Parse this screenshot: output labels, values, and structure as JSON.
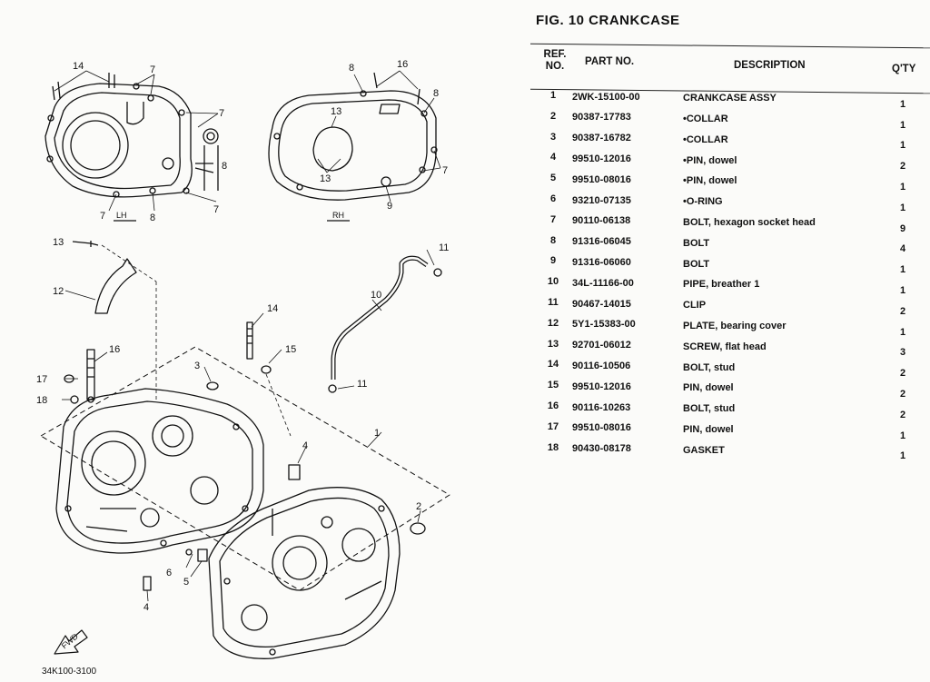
{
  "figure": {
    "title": "FIG. 10 CRANKCASE",
    "code": "34K100-3100"
  },
  "table": {
    "headers": {
      "ref": "REF. NO.",
      "part": "PART NO.",
      "description": "DESCRIPTION",
      "qty": "Q'TY"
    },
    "rows": [
      {
        "ref": "1",
        "part": "2WK-15100-00",
        "description": "CRANKCASE ASSY",
        "qty": "1"
      },
      {
        "ref": "2",
        "part": "90387-17783",
        "description": "•COLLAR",
        "qty": "1"
      },
      {
        "ref": "3",
        "part": "90387-16782",
        "description": "•COLLAR",
        "qty": "1"
      },
      {
        "ref": "4",
        "part": "99510-12016",
        "description": "•PIN, dowel",
        "qty": "2"
      },
      {
        "ref": "5",
        "part": "99510-08016",
        "description": "•PIN, dowel",
        "qty": "1"
      },
      {
        "ref": "6",
        "part": "93210-07135",
        "description": "•O-RING",
        "qty": "1"
      },
      {
        "ref": "7",
        "part": "90110-06138",
        "description": "BOLT, hexagon socket head",
        "qty": "9"
      },
      {
        "ref": "8",
        "part": "91316-06045",
        "description": "BOLT",
        "qty": "4"
      },
      {
        "ref": "9",
        "part": "91316-06060",
        "description": "BOLT",
        "qty": "1"
      },
      {
        "ref": "10",
        "part": "34L-11166-00",
        "description": "PIPE, breather 1",
        "qty": "1"
      },
      {
        "ref": "11",
        "part": "90467-14015",
        "description": "CLIP",
        "qty": "2"
      },
      {
        "ref": "12",
        "part": "5Y1-15383-00",
        "description": "PLATE, bearing cover",
        "qty": "1"
      },
      {
        "ref": "13",
        "part": "92701-06012",
        "description": "SCREW, flat head",
        "qty": "3"
      },
      {
        "ref": "14",
        "part": "90116-10506",
        "description": "BOLT, stud",
        "qty": "2"
      },
      {
        "ref": "15",
        "part": "99510-12016",
        "description": "PIN, dowel",
        "qty": "2"
      },
      {
        "ref": "16",
        "part": "90116-10263",
        "description": "BOLT, stud",
        "qty": "2"
      },
      {
        "ref": "17",
        "part": "99510-08016",
        "description": "PIN, dowel",
        "qty": "1"
      },
      {
        "ref": "18",
        "part": "90430-08178",
        "description": "GASKET",
        "qty": "1"
      }
    ]
  },
  "diagram": {
    "side_lh": "LH",
    "side_rh": "RH",
    "fwd": "FWD",
    "callouts": {
      "n1": "1",
      "n2": "2",
      "n3": "3",
      "n4": "4",
      "n5": "5",
      "n6": "6",
      "n7": "7",
      "n8": "8",
      "n9": "9",
      "n10": "10",
      "n11": "11",
      "n12": "12",
      "n13": "13",
      "n14": "14",
      "n15": "15",
      "n16": "16",
      "n17": "17",
      "n18": "18"
    }
  }
}
